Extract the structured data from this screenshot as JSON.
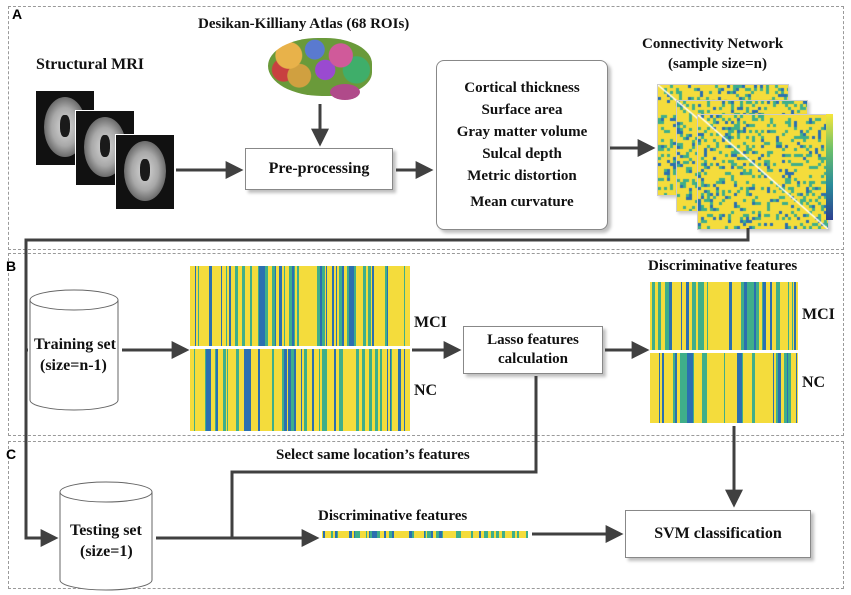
{
  "panels": {
    "a": {
      "label": "A"
    },
    "b": {
      "label": "B"
    },
    "c": {
      "label": "C"
    }
  },
  "panel_a": {
    "structural_mri": "Structural MRI",
    "atlas": "Desikan-Killiany Atlas (68 ROIs)",
    "preprocessing": "Pre-processing",
    "features": [
      "Cortical thickness",
      "Surface area",
      "Gray matter volume",
      "Sulcal depth",
      "Metric distortion",
      "Mean curvature"
    ],
    "network_line1": "Connectivity Network",
    "network_line2": "(sample size=n)"
  },
  "panel_b": {
    "training_line1": "Training set",
    "training_line2": "(size=n-1)",
    "mci_label": "MCI",
    "nc_label": "NC",
    "lasso_line1": "Lasso features",
    "lasso_line2": "calculation",
    "discriminative": "Discriminative  features",
    "mci_label_right": "MCI",
    "nc_label_right": "NC"
  },
  "panel_c": {
    "select_text": "Select same location’s features",
    "testing_line1": "Testing set",
    "testing_line2": "(size=1)",
    "discriminative": "Discriminative  features",
    "svm": "SVM classification"
  },
  "colors": {
    "heat_yellow": "#f4dc3c",
    "heat_green": "#3fae8a",
    "heat_blue": "#2b6fb0",
    "arrow": "#404040"
  }
}
